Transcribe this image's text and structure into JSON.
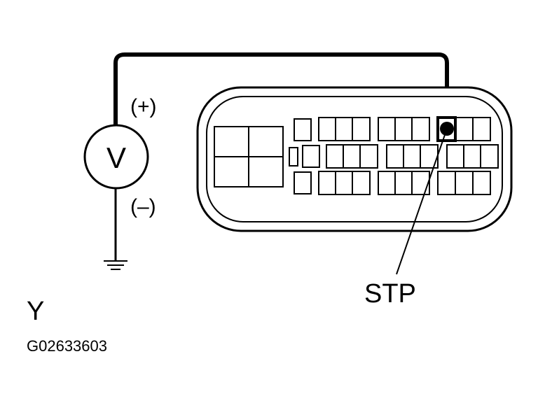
{
  "meter": {
    "symbol": "V",
    "positive_label": "(+)",
    "negative_label": "(–)"
  },
  "connector": {
    "terminal_label": "STP"
  },
  "view_label": "Y",
  "figure_code": "G02633603",
  "colors": {
    "ink": "#000000",
    "paper": "#ffffff"
  }
}
